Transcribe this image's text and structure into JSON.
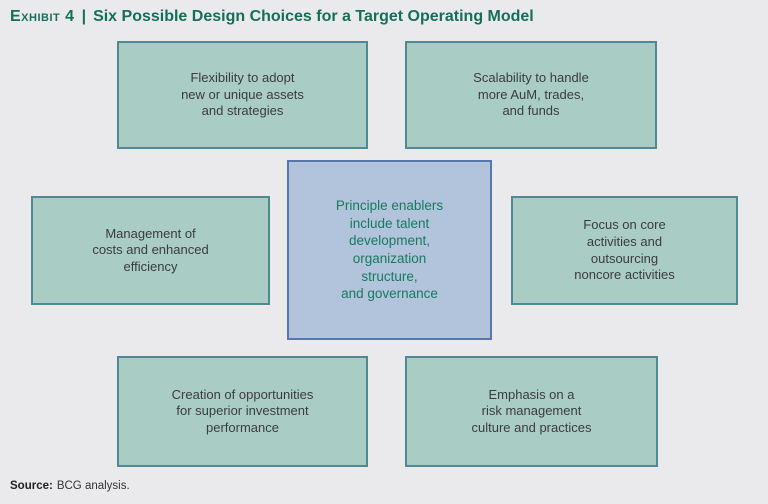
{
  "header": {
    "exhibit_label": "Exhibit 4",
    "separator": "|",
    "title": "Six Possible Design Choices for a Target Operating Model"
  },
  "center_box": {
    "lines": [
      "Principle enablers",
      "include talent",
      "development,",
      "organization",
      "structure,",
      "and governance"
    ]
  },
  "boxes": [
    {
      "id": "top-left",
      "lines": [
        "Flexibility to adopt",
        "new or unique assets",
        "and strategies"
      ]
    },
    {
      "id": "top-right",
      "lines": [
        "Scalability to handle",
        "more AuM, trades,",
        "and funds"
      ]
    },
    {
      "id": "middle-left",
      "lines": [
        "Management of",
        "costs and enhanced",
        "efficiency"
      ]
    },
    {
      "id": "middle-right",
      "lines": [
        "Focus on core",
        "activities and",
        "outsourcing",
        "noncore activities"
      ]
    },
    {
      "id": "bottom-left",
      "lines": [
        "Creation of opportunities",
        "for superior investment",
        "performance"
      ]
    },
    {
      "id": "bottom-right",
      "lines": [
        "Emphasis on a",
        "risk management",
        "culture and practices"
      ]
    }
  ],
  "source": {
    "label": "Source:",
    "text": "BCG analysis."
  },
  "colors": {
    "background": "#eaeaec",
    "title_green": "#156f58",
    "choice_box_fill": "#a9ccc4",
    "choice_box_border": "#4f8a93",
    "choice_box_text": "#3c3c3c",
    "enabler_box_fill": "#b2c3dc",
    "enabler_box_border": "#5878ab",
    "enabler_box_text": "#177a5f"
  }
}
